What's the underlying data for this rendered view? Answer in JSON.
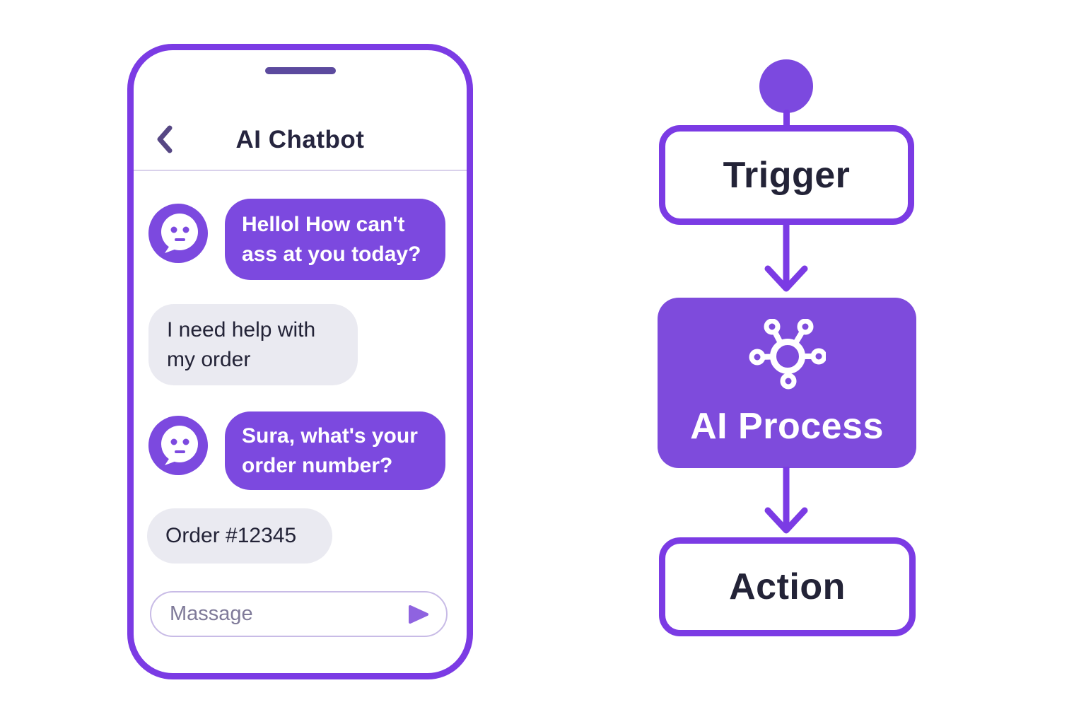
{
  "colors": {
    "purple_stroke": "#7B3BE4",
    "purple_fill": "#7E4BDC",
    "bubble_purple": "#7C49DF",
    "user_bubble_gray": "#EAEAF1",
    "dark_text": "#26253F",
    "speaker_bar": "#5C4A9E",
    "header_divider": "#D9D1EB",
    "input_border": "#C8BBE6",
    "placeholder_text": "#7F7A99",
    "send_icon": "#8F63E0",
    "background": "#FFFFFF"
  },
  "icons": {
    "back": "chevron-left-icon",
    "bot_avatar": "speech-bubble-face-icon",
    "send": "play-triangle-icon",
    "ai_process": "hub-network-icon",
    "start_node": "filled-circle"
  },
  "phone": {
    "header": {
      "title": "AI Chatbot"
    },
    "messages": [
      {
        "sender": "bot",
        "text": "Hellol How can't ass at you today?",
        "lines": [
          "Hellol How can't",
          "ass at you today?"
        ]
      },
      {
        "sender": "user",
        "text": "I need help with my order",
        "lines": [
          "I need help with",
          "my order"
        ]
      },
      {
        "sender": "bot",
        "text": "Sura, what's your order number?",
        "lines": [
          "Sura, what's your",
          "order number?"
        ]
      },
      {
        "sender": "user",
        "text": "Order #12345",
        "lines": [
          "Order #12345"
        ]
      }
    ],
    "input": {
      "placeholder": "Massage"
    }
  },
  "flowchart": {
    "start_node": "circle",
    "nodes": [
      {
        "label": "Trigger",
        "style": "outline"
      },
      {
        "label": "AI Process",
        "style": "filled",
        "icon": "hub-network-icon"
      },
      {
        "label": "Action",
        "style": "outline"
      }
    ],
    "connections": [
      "start→Trigger",
      "Trigger→AI Process",
      "AI Process→Action"
    ]
  }
}
